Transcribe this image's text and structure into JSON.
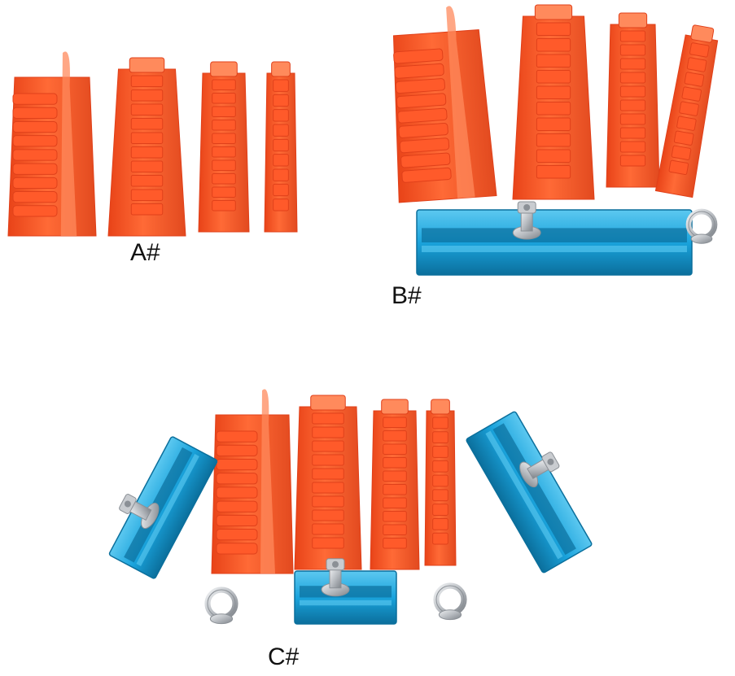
{
  "labels": {
    "a": "A#",
    "b": "B#",
    "c": "C#"
  },
  "colors": {
    "tab_orange": "#ff5a2a",
    "tab_orange_dark": "#e0401a",
    "tab_orange_light": "#ff8a5c",
    "rail_blue": "#1aa3dc",
    "rail_blue_dark": "#0b6f9c",
    "rail_blue_light": "#54c4ee",
    "steel": "#c9ccd0",
    "steel_dark": "#8b9096"
  },
  "icons": {
    "glue_tab": "glue-tab-icon",
    "slide_rail": "slide-rail-icon",
    "eye_bolt": "eye-bolt-icon"
  },
  "sets": [
    {
      "label_key": "a",
      "glue_tabs": 4,
      "slide_rails": 0,
      "eye_bolts": 0
    },
    {
      "label_key": "b",
      "glue_tabs": 4,
      "slide_rails": 1,
      "eye_bolts": 1
    },
    {
      "label_key": "c",
      "glue_tabs": 4,
      "slide_rails": 3,
      "eye_bolts": 2
    }
  ]
}
